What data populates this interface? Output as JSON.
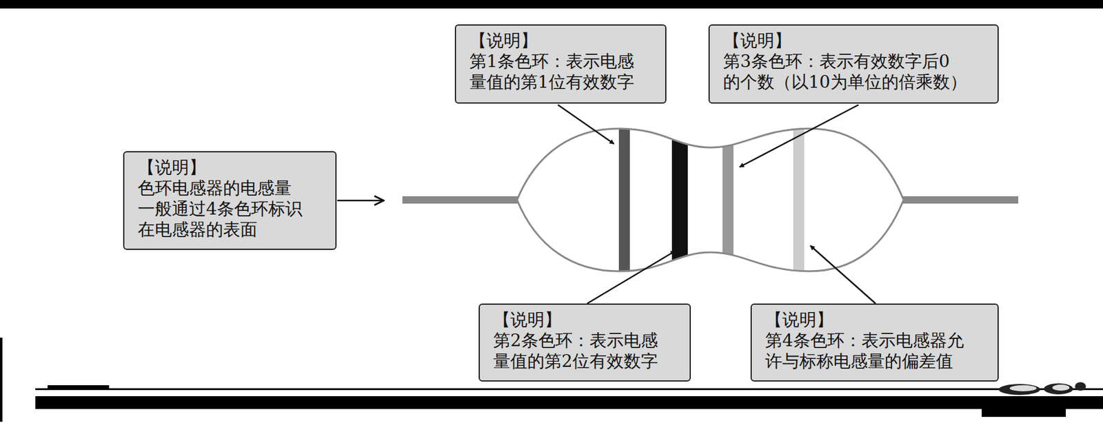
{
  "diagram": {
    "nodes": [
      {
        "text": [
          "【说明】",
          "第1条色环：表示电感 量值的第1位有效数字"
        ]
      },
      {
        "text": [
          "【说明】",
          "第3条色环：表示有效数字后0 的个数（以10为单位的倍乘数）"
        ]
      },
      {
        "text": [
          "【说明】",
          "色环电感器的电感量 一般通过4条色环标识 在电感器的表面"
        ]
      },
      {
        "text": [
          "【说明】",
          "第2条色环：表示电感 量值的第2位有效数字"
        ]
      },
      {
        "text": [
          "【说明】",
          "第4条色环：表示电感器允 许与标称电感量的偏差值"
        ]
      }
    ]
  }
}
